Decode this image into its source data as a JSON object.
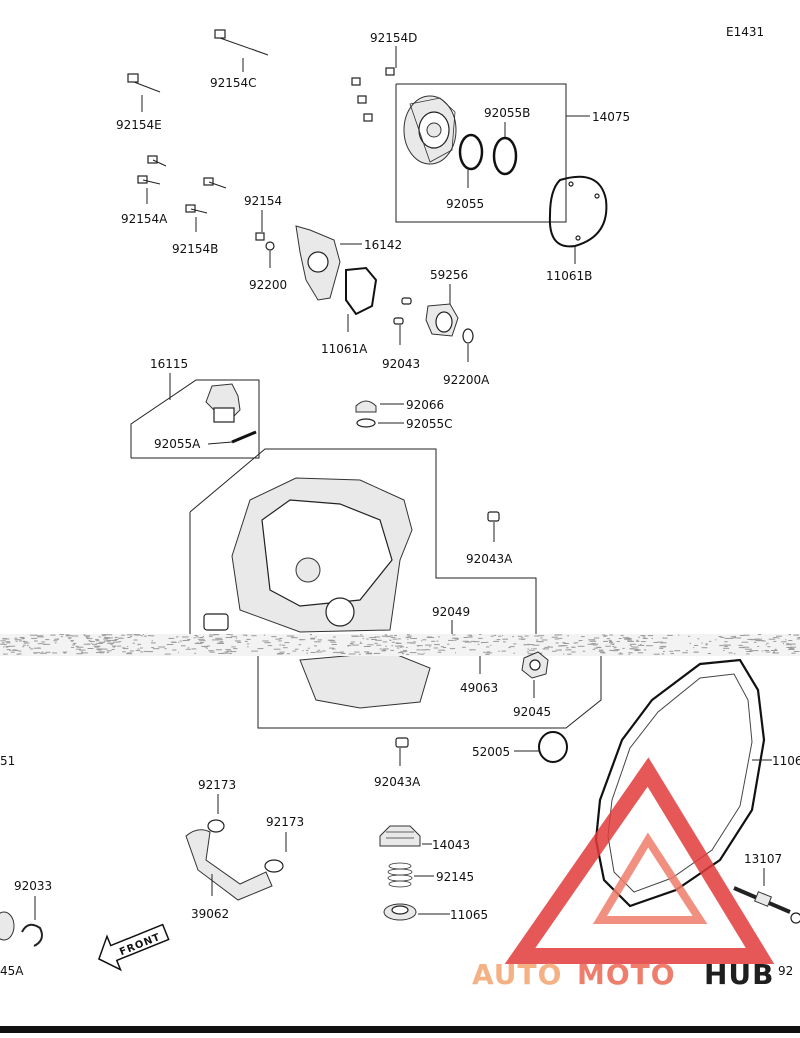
{
  "diagram": {
    "code": "E1431",
    "labels": {
      "p92154D": "92154D",
      "p92154C": "92154C",
      "p92154E": "92154E",
      "p92055B": "92055B",
      "p14075": "14075",
      "p92055": "92055",
      "p92154A": "92154A",
      "p92154B": "92154B",
      "p92154": "92154",
      "p16142": "16142",
      "p11061B": "11061B",
      "p92200": "92200",
      "p59256": "59256",
      "p11061A": "11061A",
      "p92043": "92043",
      "p92200A": "92200A",
      "p16115": "16115",
      "p92066": "92066",
      "p92055C": "92055C",
      "p92055A": "92055A",
      "p92043A_1": "92043A",
      "p92049": "92049",
      "p49063": "49063",
      "p92045": "92045",
      "p52005": "52005",
      "p92043A_2": "92043A",
      "p1106x": "1106",
      "p92173_1": "92173",
      "p92173_2": "92173",
      "p14043": "14043",
      "p92145": "92145",
      "p11065": "11065",
      "p13107": "13107",
      "p39062": "39062",
      "p92033": "92033",
      "p45A": "45A",
      "p51": "51",
      "p92x": "92"
    },
    "front_arrow": "FRONT"
  },
  "watermark": {
    "brand_part1": "AUTO",
    "brand_part2": "MOTO",
    "brand_part3": "HUB",
    "color_light": "#f4b183",
    "color_mid": "#ef7d6b",
    "color_dark": "#1f1f1f",
    "triangle_color": "#e23b3b"
  }
}
